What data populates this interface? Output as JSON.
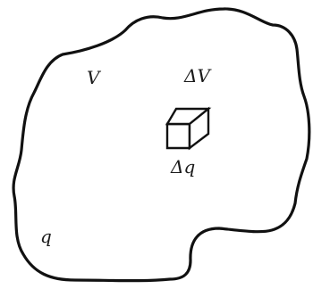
{
  "diagram": {
    "labels": {
      "volume": "V",
      "element_volume": "ΔV",
      "element_charge": "Δq",
      "total_charge": "q"
    }
  }
}
